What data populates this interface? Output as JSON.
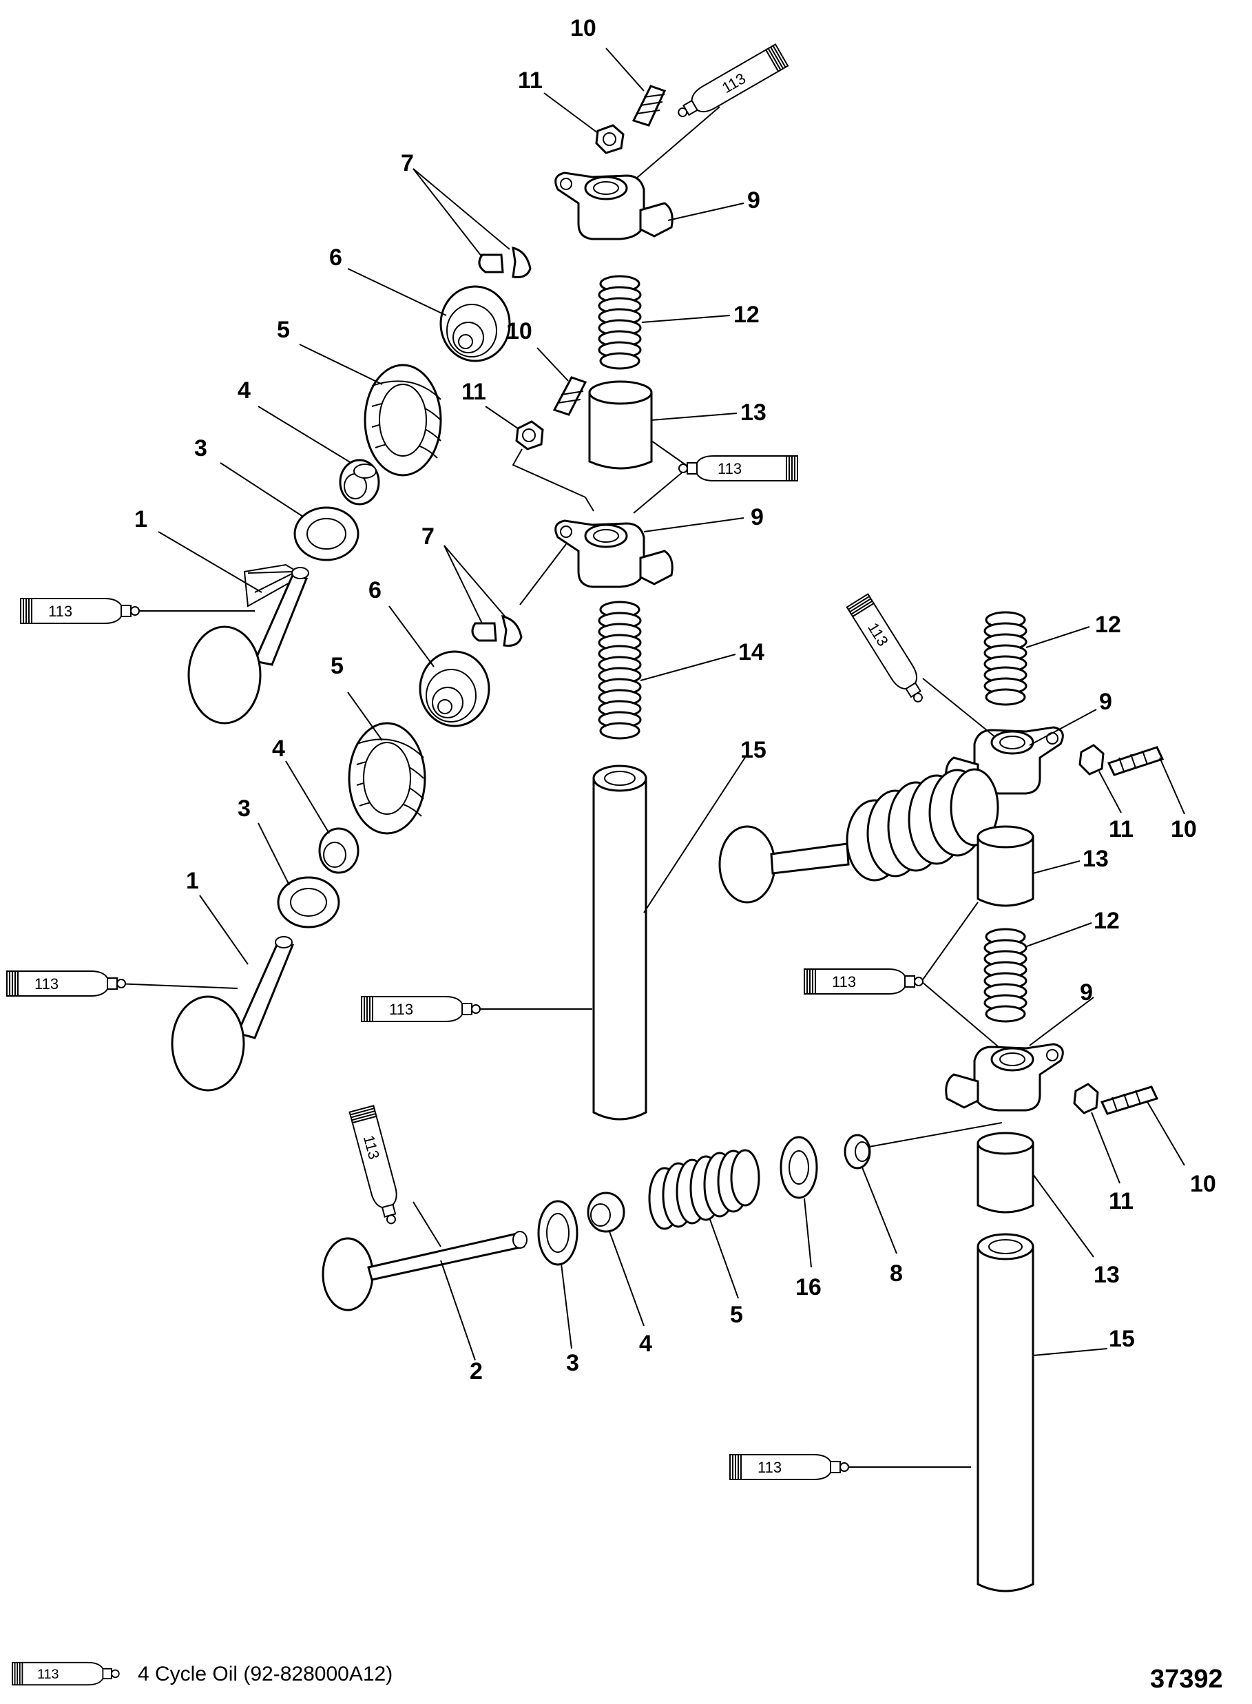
{
  "diagram": {
    "figure_number": "37392",
    "callouts": [
      {
        "id": "c10a",
        "label": "10"
      },
      {
        "id": "c11a",
        "label": "11"
      },
      {
        "id": "c9a",
        "label": "9"
      },
      {
        "id": "c7a",
        "label": "7"
      },
      {
        "id": "c6a",
        "label": "6"
      },
      {
        "id": "c12a",
        "label": "12"
      },
      {
        "id": "c10b",
        "label": "10"
      },
      {
        "id": "c5a",
        "label": "5"
      },
      {
        "id": "c11b",
        "label": "11"
      },
      {
        "id": "c13a",
        "label": "13"
      },
      {
        "id": "c4a",
        "label": "4"
      },
      {
        "id": "c3a",
        "label": "3"
      },
      {
        "id": "c9b",
        "label": "9"
      },
      {
        "id": "c1a",
        "label": "1"
      },
      {
        "id": "c7b",
        "label": "7"
      },
      {
        "id": "c6b",
        "label": "6"
      },
      {
        "id": "c14",
        "label": "14"
      },
      {
        "id": "c12b",
        "label": "12"
      },
      {
        "id": "c5b",
        "label": "5"
      },
      {
        "id": "c9c",
        "label": "9"
      },
      {
        "id": "c15a",
        "label": "15"
      },
      {
        "id": "c4b",
        "label": "4"
      },
      {
        "id": "c11c",
        "label": "11"
      },
      {
        "id": "c10c",
        "label": "10"
      },
      {
        "id": "c3b",
        "label": "3"
      },
      {
        "id": "c13b",
        "label": "13"
      },
      {
        "id": "c1b",
        "label": "1"
      },
      {
        "id": "c12c",
        "label": "12"
      },
      {
        "id": "c9d",
        "label": "9"
      },
      {
        "id": "c11d",
        "label": "11"
      },
      {
        "id": "c10d",
        "label": "10"
      },
      {
        "id": "c13c",
        "label": "13"
      },
      {
        "id": "c16",
        "label": "16"
      },
      {
        "id": "c8",
        "label": "8"
      },
      {
        "id": "c2",
        "label": "2"
      },
      {
        "id": "c3c",
        "label": "3"
      },
      {
        "id": "c4c",
        "label": "4"
      },
      {
        "id": "c5c",
        "label": "5"
      },
      {
        "id": "c15b",
        "label": "15"
      }
    ],
    "lubricant_tubes": [
      {
        "id": "t1",
        "label": "113"
      },
      {
        "id": "t2",
        "label": "113"
      },
      {
        "id": "t3",
        "label": "113"
      },
      {
        "id": "t4",
        "label": "113"
      },
      {
        "id": "t5",
        "label": "113"
      },
      {
        "id": "t6",
        "label": "113"
      },
      {
        "id": "t7",
        "label": "113"
      },
      {
        "id": "t8",
        "label": "113"
      },
      {
        "id": "t9",
        "label": "113"
      },
      {
        "id": "t10",
        "label": "113"
      }
    ],
    "legend": {
      "code": "113",
      "description": "4 Cycle Oil (92-828000A12)"
    }
  }
}
